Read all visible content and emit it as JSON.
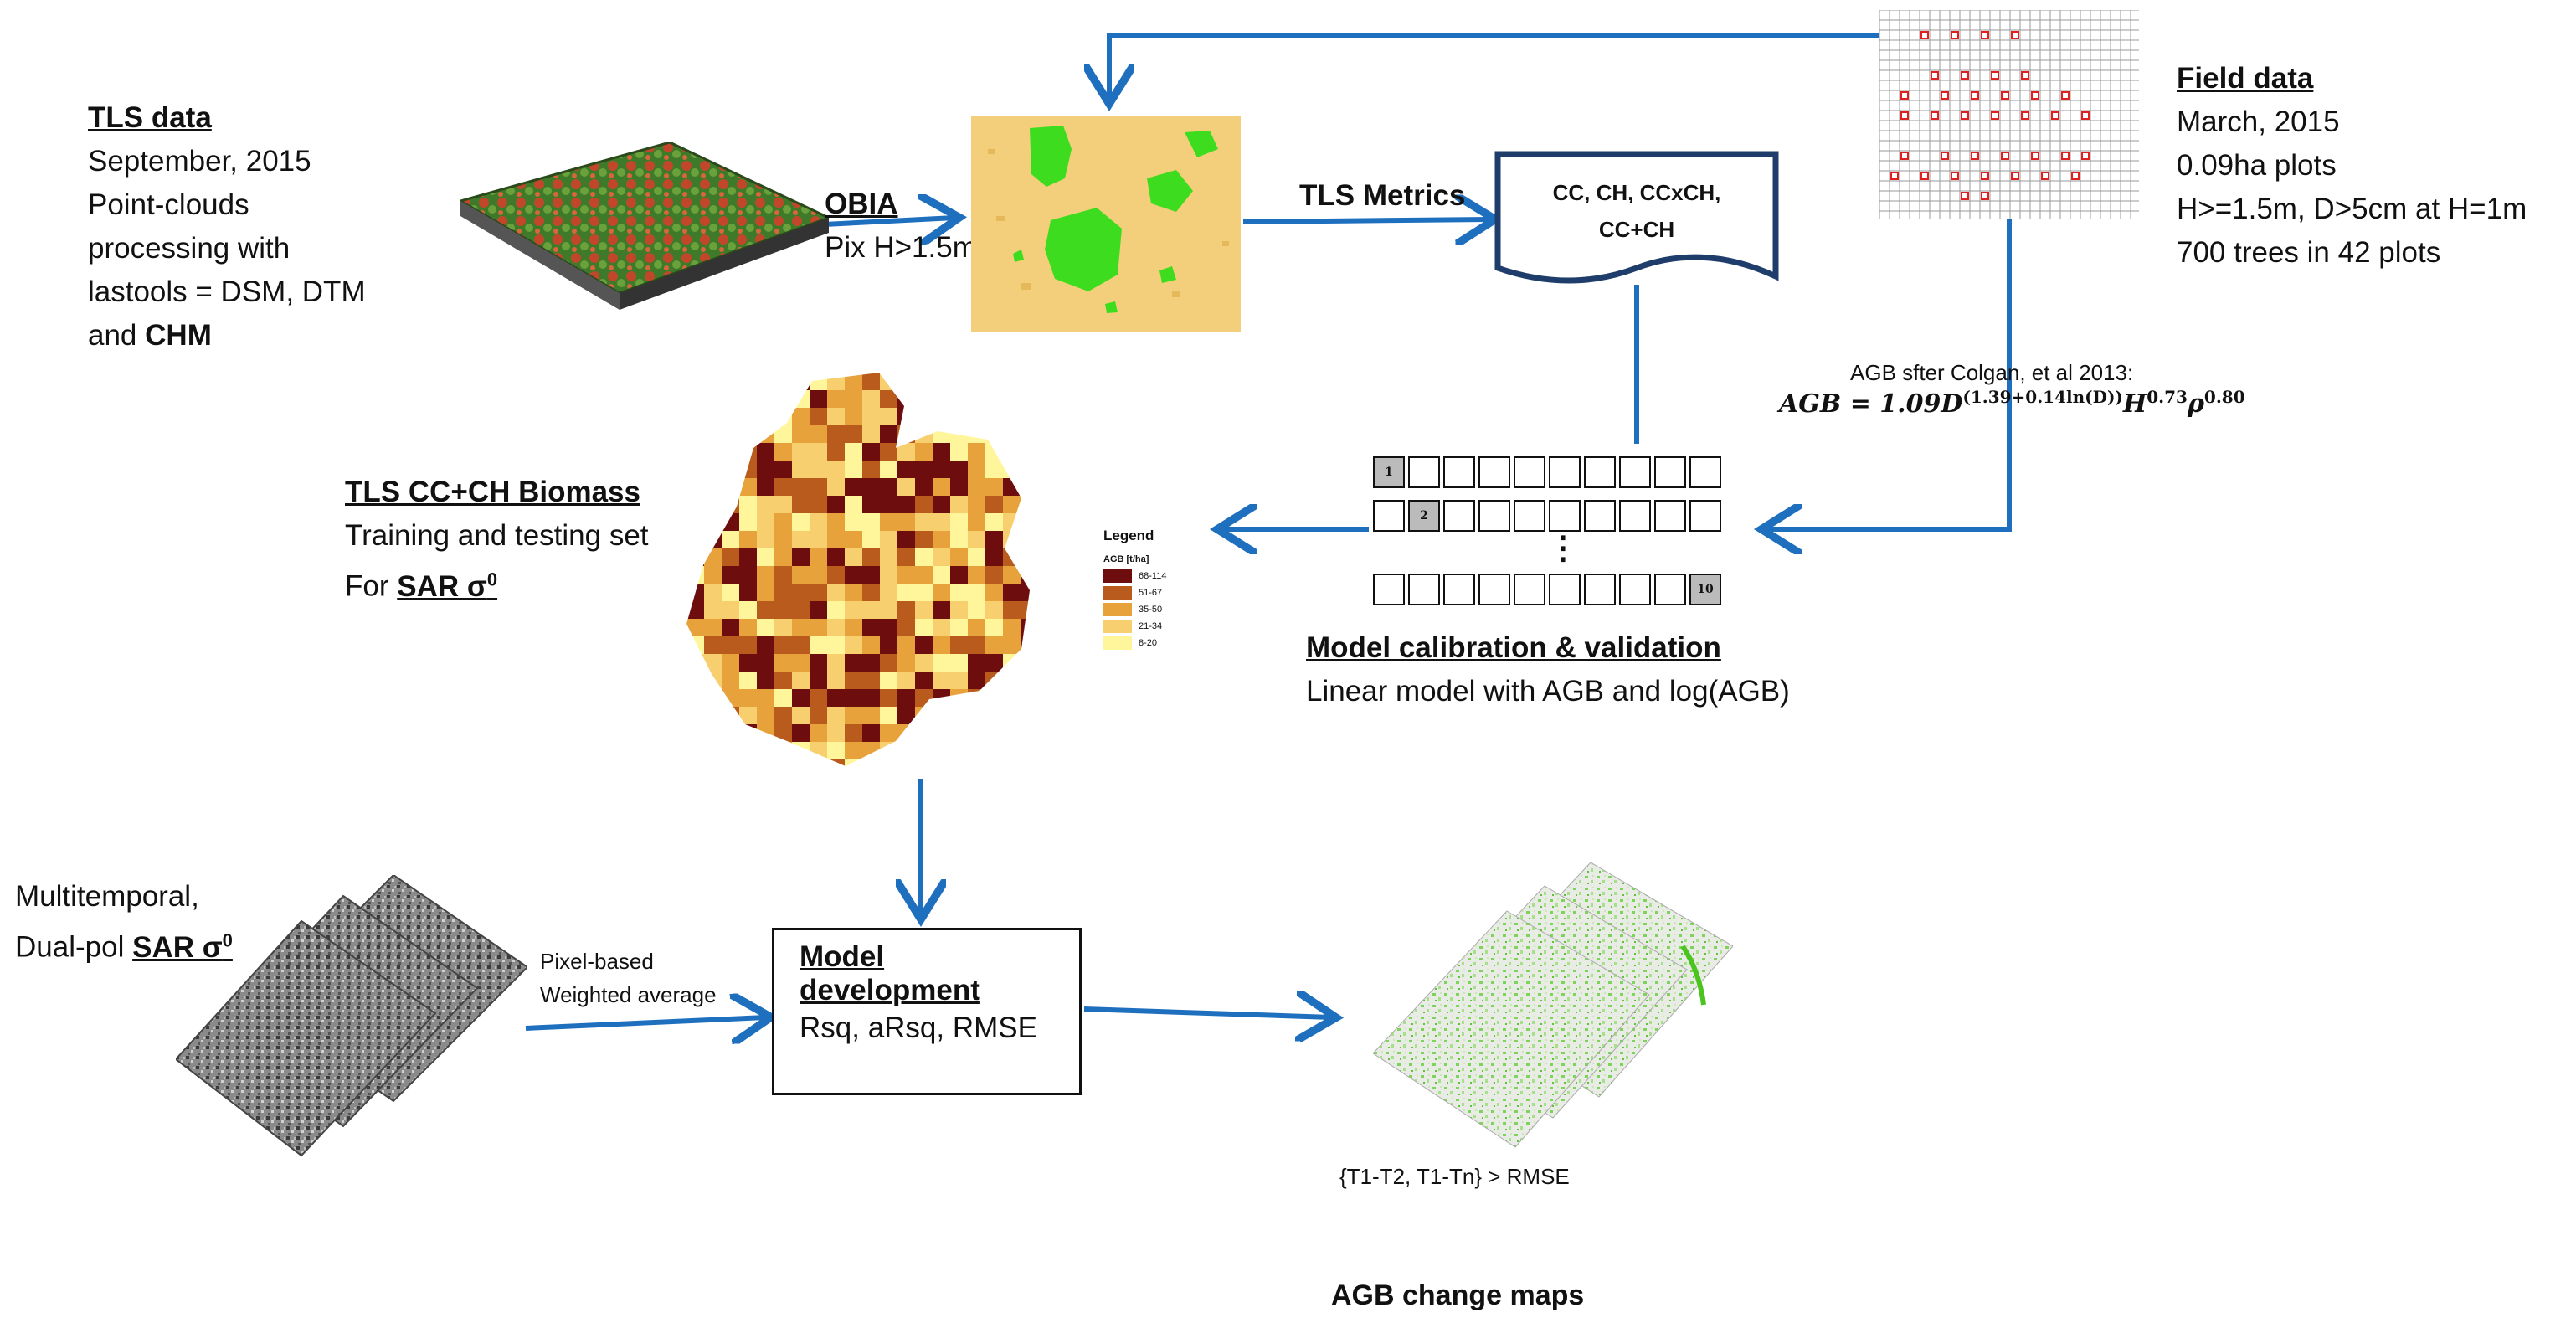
{
  "tls_data": {
    "title": "TLS data",
    "lines": [
      "September, 2015",
      "Point-clouds",
      "processing  with",
      "lastools = DSM, DTM"
    ],
    "last_line_prefix": "and",
    "last_line_bold": "CHM"
  },
  "field_data": {
    "title": "Field data",
    "lines": [
      "March, 2015",
      "0.09ha plots",
      "H>=1.5m, D>5cm at H=1m",
      "700 trees in 42 plots"
    ]
  },
  "obia": {
    "title": "OBIA",
    "sub": "Pix H>1.5m"
  },
  "tls_metrics": {
    "label": "TLS Metrics"
  },
  "metrics_doc": {
    "line1": "CC, CH, CCxCH,",
    "line2": "CC+CH"
  },
  "agb_formula": {
    "caption": "AGB sfter Colgan, et al 2013:",
    "lhs": "AGB = 1.09D",
    "exp1": "(1.39+0.14ln(D))",
    "h": "H",
    "exp2": "0.73",
    "rho": "ρ",
    "exp3": "0.80"
  },
  "biomass": {
    "title": "TLS CC+CH Biomass",
    "line1": "Training and testing set",
    "line2_prefix": "For",
    "line2_bold": "SAR σ",
    "line2_sup": "0"
  },
  "legend": {
    "title": "Legend",
    "subtitle": "AGB [t/ha]",
    "items": [
      {
        "label": "68-114",
        "color": "#6e0d0d"
      },
      {
        "label": "51-67",
        "color": "#b85b1c"
      },
      {
        "label": "35-50",
        "color": "#e8a23c"
      },
      {
        "label": "21-34",
        "color": "#f7cf6e"
      },
      {
        "label": "8-20",
        "color": "#fff59a"
      }
    ]
  },
  "folds": {
    "first": "1",
    "second": "2",
    "last": "10",
    "ellipsis": "⋮"
  },
  "calibration": {
    "title": "Model calibration & validation",
    "sub": "Linear model with AGB and log(AGB)"
  },
  "sar": {
    "line1": "Multitemporal,",
    "line2_prefix": "Dual-pol",
    "line2_bold": "SAR σ",
    "line2_sup": "0"
  },
  "pixel_based": {
    "line1": "Pixel-based",
    "line2": "Weighted average"
  },
  "model_dev": {
    "title1": "Model",
    "title2": "development",
    "sub": "Rsq, aRsq, RMSE"
  },
  "change": {
    "caption": "{T1-T2, T1-Tn} > RMSE",
    "footer": "AGB change maps"
  },
  "colors": {
    "arrow": "#1f6fbf",
    "doc_border": "#1f3d6b",
    "plot_grid": "#9a9a9a",
    "plot_mark": "#e02020"
  }
}
